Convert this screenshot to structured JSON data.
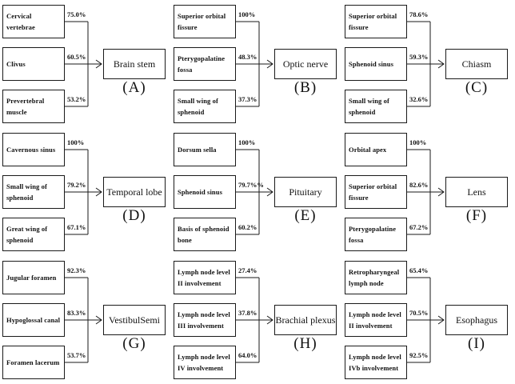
{
  "colors": {
    "background": "#ffffff",
    "line": "#1a1a1a",
    "text": "#111111"
  },
  "figure": {
    "groups": [
      {
        "letter": "(A)",
        "target": "Brain stem",
        "sources": [
          {
            "label": "Cervical vertebrae",
            "pct": "75.0%"
          },
          {
            "label": "Clivus",
            "pct": "60.5%"
          },
          {
            "label": "Prevertebral muscle",
            "pct": "53.2%"
          }
        ]
      },
      {
        "letter": "(B)",
        "target": "Optic nerve",
        "sources": [
          {
            "label": "Superior orbital fissure",
            "pct": "100%"
          },
          {
            "label": "Pterygopalatine fossa",
            "pct": "48.3%"
          },
          {
            "label": "Small wing of sphenoid",
            "pct": "37.3%"
          }
        ]
      },
      {
        "letter": "(C)",
        "target": "Chiasm",
        "sources": [
          {
            "label": "Superior orbital fissure",
            "pct": "78.6%"
          },
          {
            "label": "Sphenoid sinus",
            "pct": "59.3%"
          },
          {
            "label": "Small wing of sphenoid",
            "pct": "32.6%"
          }
        ]
      },
      {
        "letter": "(D)",
        "target": "Temporal lobe",
        "sources": [
          {
            "label": "Cavernous sinus",
            "pct": "100%"
          },
          {
            "label": "Small wing of sphenoid",
            "pct": "79.2%"
          },
          {
            "label": "Great wing of sphenoid",
            "pct": "67.1%"
          }
        ]
      },
      {
        "letter": "(E)",
        "target": "Pituitary",
        "sources": [
          {
            "label": "Dorsum sella",
            "pct": "100%"
          },
          {
            "label": "Sphenoid sinus",
            "pct": "79.7%%"
          },
          {
            "label": "Basis of sphenoid bone",
            "pct": "60.2%"
          }
        ]
      },
      {
        "letter": "(F)",
        "target": "Lens",
        "sources": [
          {
            "label": "Orbital apex",
            "pct": "100%"
          },
          {
            "label": "Superior orbital fissure",
            "pct": "82.6%"
          },
          {
            "label": "Pterygopalatine fossa",
            "pct": "67.2%"
          }
        ]
      },
      {
        "letter": "(G)",
        "target": "VestibulSemi",
        "sources": [
          {
            "label": "Jugular foramen",
            "pct": "92.3%"
          },
          {
            "label": "Hypoglossal canal",
            "pct": "83.3%"
          },
          {
            "label": "Foramen lacerum",
            "pct": "53.7%"
          }
        ]
      },
      {
        "letter": "(H)",
        "target": "Brachial plexus",
        "sources": [
          {
            "label": "Lymph node level II involvement",
            "pct": "27.4%"
          },
          {
            "label": "Lymph node level III involvement",
            "pct": "37.8%"
          },
          {
            "label": "Lymph node level IV involvement",
            "pct": "64.0%"
          }
        ]
      },
      {
        "letter": "(I)",
        "target": "Esophagus",
        "sources": [
          {
            "label": "Retropharyngeal lymph node",
            "pct": "65.4%"
          },
          {
            "label": "Lymph node level II involvement",
            "pct": "70.5%"
          },
          {
            "label": "Lymph node level IVb involvement",
            "pct": "92.5%"
          }
        ]
      }
    ]
  }
}
